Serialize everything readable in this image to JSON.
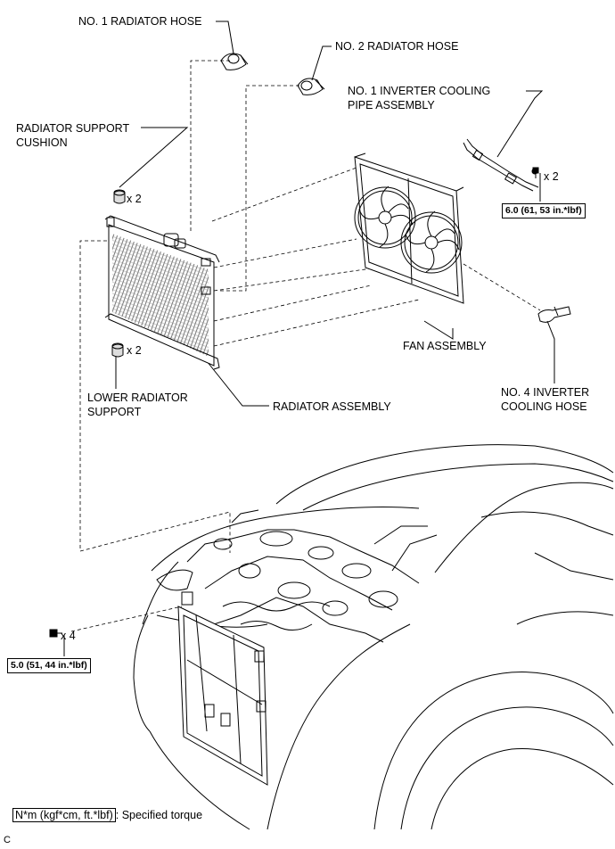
{
  "labels": {
    "no1_radiator_hose": "NO. 1 RADIATOR HOSE",
    "no2_radiator_hose": "NO. 2 RADIATOR HOSE",
    "no1_inverter_cooling_pipe": "NO. 1 INVERTER COOLING\nPIPE ASSEMBLY",
    "radiator_support_cushion": "RADIATOR SUPPORT\nCUSHION",
    "fan_assembly": "FAN ASSEMBLY",
    "no4_inverter_cooling_hose": "NO. 4 INVERTER\nCOOLING HOSE",
    "lower_radiator_support": "LOWER RADIATOR\nSUPPORT",
    "radiator_assembly": "RADIATOR ASSEMBLY"
  },
  "counts": {
    "cushion": "x 2",
    "lower_support": "x 2",
    "pipe_bolt": "x 2",
    "front_bolt": "x 4"
  },
  "torques": {
    "pipe_bolt": "6.0 (61, 53 in.*lbf)",
    "front_bolt": "5.0 (51, 44 in.*lbf)"
  },
  "legend": {
    "unit": "N*m (kgf*cm, ft.*lbf)",
    "text": ": Specified torque"
  },
  "figure_code": "C"
}
